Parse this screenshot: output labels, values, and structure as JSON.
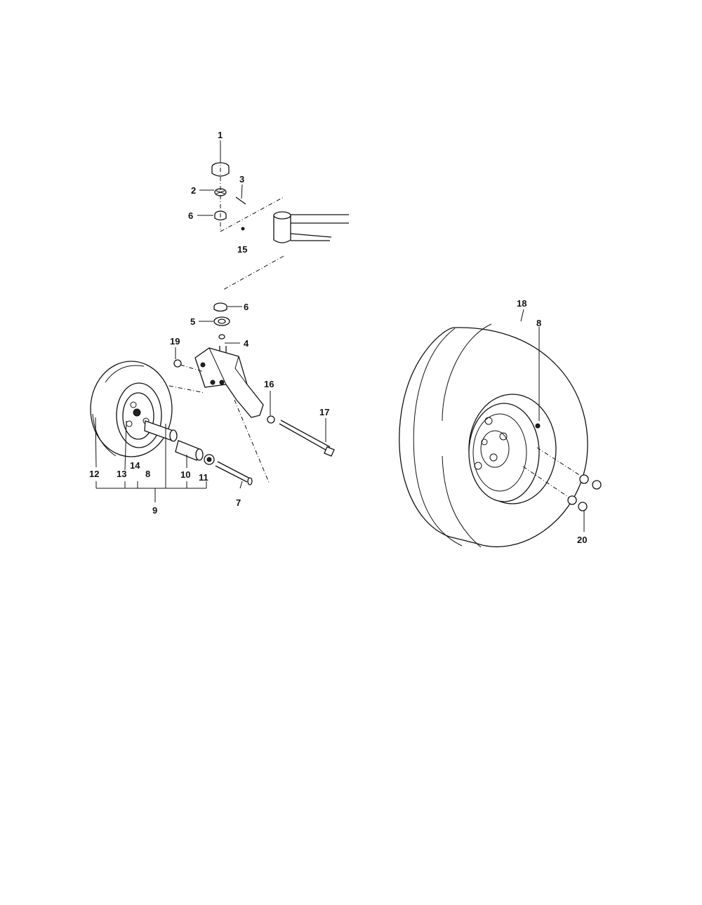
{
  "labels": {
    "p1": "1",
    "p2": "2",
    "p3": "3",
    "p6a": "6",
    "p15": "15",
    "p6b": "6",
    "p5": "5",
    "p4": "4",
    "p19": "19",
    "p16": "16",
    "p17": "17",
    "p12": "12",
    "p13": "13",
    "p14": "14",
    "p8a": "8",
    "p10": "10",
    "p11": "11",
    "p9": "9",
    "p7": "7",
    "p18": "18",
    "p8b": "8",
    "p20": "20"
  }
}
